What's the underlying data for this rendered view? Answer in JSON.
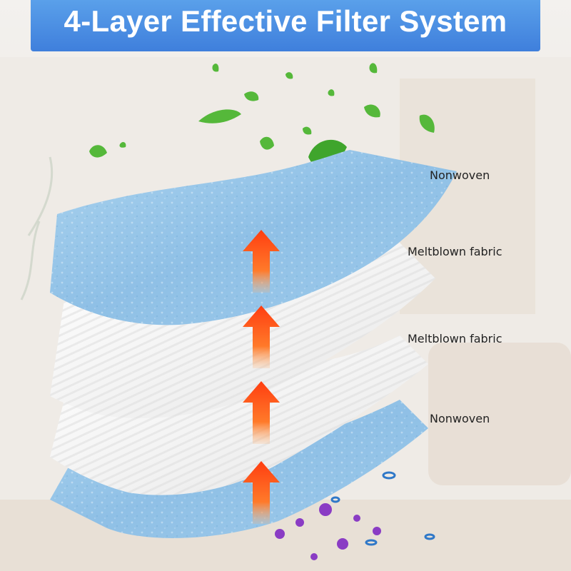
{
  "header": {
    "title": "4-Layer Effective Filter System",
    "color": "#4a8ee2"
  },
  "layers": [
    {
      "label": "Nonwoven",
      "material": "blue"
    },
    {
      "label": "Meltblown fabric",
      "material": "white"
    },
    {
      "label": "Meltblown fabric",
      "material": "white"
    },
    {
      "label": "Nonwoven",
      "material": "blue"
    }
  ],
  "colors": {
    "nonwoven": "#9cc8e6",
    "meltblown": "#f7f7f7",
    "arrow": "#ff4a14",
    "leaf": "#55b83a",
    "particle": "#8a3cc4"
  },
  "icons": {
    "arrow": "up-arrow-icon",
    "leaf": "leaf-icon",
    "particle": "virus-particle-icon"
  }
}
